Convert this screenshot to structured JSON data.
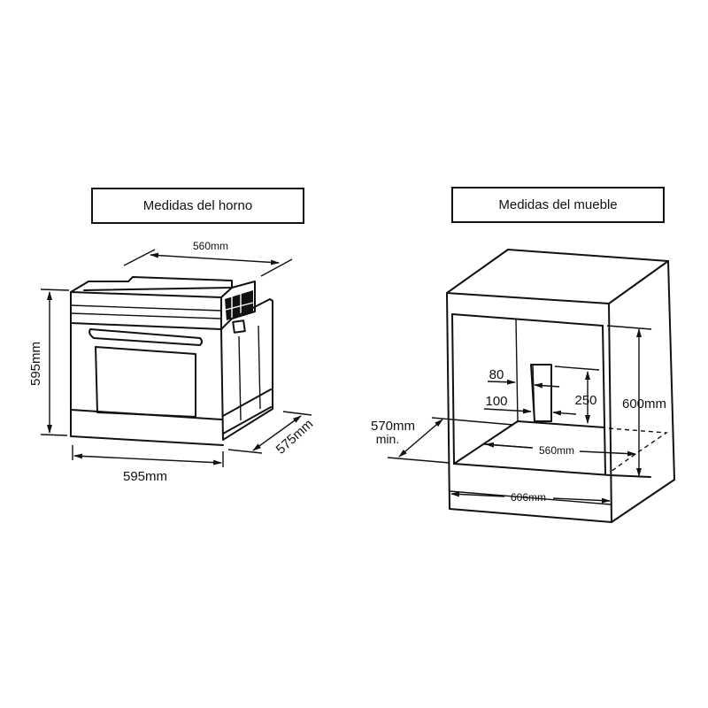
{
  "oven": {
    "title": "Medidas del horno",
    "dims": {
      "top_width": "560mm",
      "height": "595mm",
      "width": "595mm",
      "depth": "575mm"
    }
  },
  "cabinet": {
    "title": "Medidas del mueble",
    "dims": {
      "gap_80": "80",
      "gap_100": "100",
      "vent_250": "250",
      "height": "600mm",
      "depth": "570mm",
      "depth_note": "min.",
      "inner_width": "560mm",
      "outer_width": "606mm"
    }
  },
  "colors": {
    "line": "#111111",
    "background": "#ffffff"
  }
}
